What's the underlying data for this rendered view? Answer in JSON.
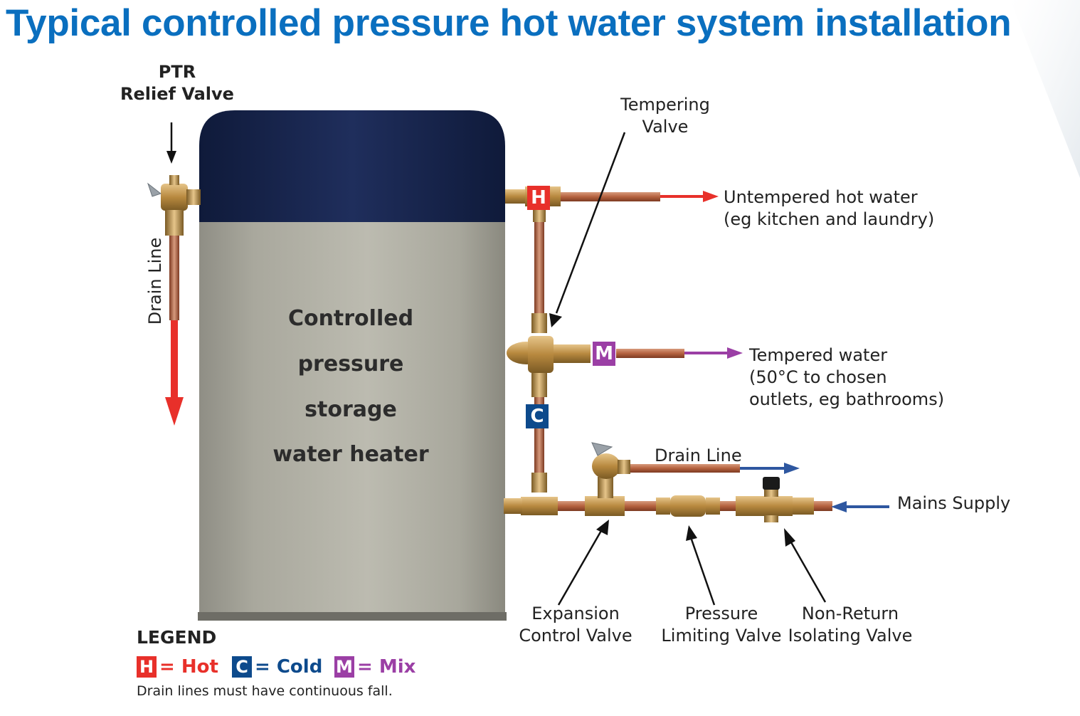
{
  "title": "Typical controlled pressure hot water system installation",
  "colors": {
    "hot": "#e8302a",
    "cold": "#0d4a8c",
    "mix": "#9b3fa5",
    "title": "#0a6fbf",
    "drain_arrow_blue": "#2e57a0",
    "tank_lid": "#15224a",
    "tank_body": "#b0afa4",
    "copper": "#b86848"
  },
  "heater": {
    "line1": "Controlled",
    "line2": "pressure",
    "line3": "storage",
    "line4": "water heater"
  },
  "labels": {
    "ptr_line1": "PTR",
    "ptr_line2": "Relief Valve",
    "drain_line_left": "Drain Line",
    "tempering_line1": "Tempering",
    "tempering_line2": "Valve",
    "untempered_line1": "Untempered hot water",
    "untempered_line2": "(eg kitchen and laundry)",
    "tempered_line1": "Tempered water",
    "tempered_line2": "(50°C to chosen",
    "tempered_line3": "outlets, eg bathrooms)",
    "drain_line_right": "Drain Line",
    "mains_supply": "Mains Supply",
    "expansion_line1": "Expansion",
    "expansion_line2": "Control Valve",
    "pressure_line1": "Pressure",
    "pressure_line2": "Limiting Valve",
    "nonreturn_line1": "Non-Return",
    "nonreturn_line2": "Isolating Valve"
  },
  "badges": {
    "hot": "H",
    "mix": "M",
    "cold": "C"
  },
  "legend": {
    "heading": "LEGEND",
    "hot_letter": "H",
    "hot_text": "= Hot",
    "cold_letter": "C",
    "cold_text": "= Cold",
    "mix_letter": "M",
    "mix_text": "= Mix",
    "note": "Drain lines must have continuous fall."
  }
}
